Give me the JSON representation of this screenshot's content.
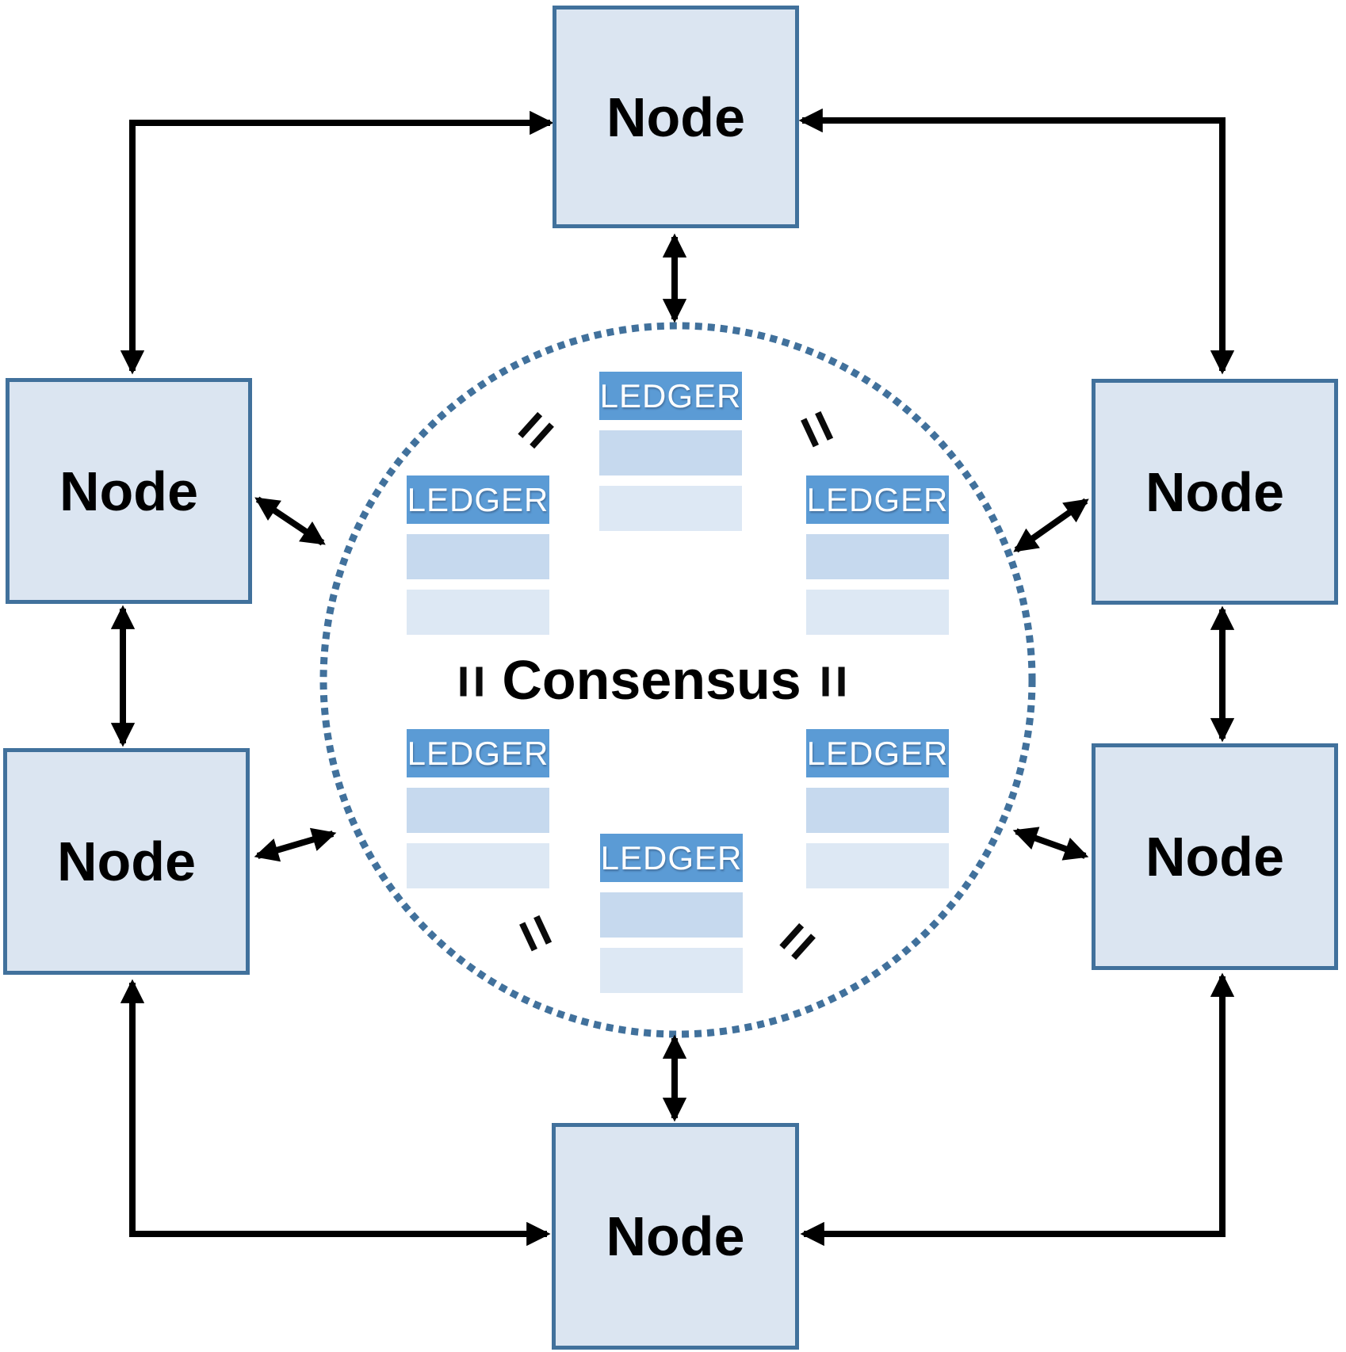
{
  "diagram": {
    "consensus_label": "Consensus",
    "equals_glyph": "=",
    "nodes": [
      {
        "id": "top",
        "label": "Node"
      },
      {
        "id": "left-upper",
        "label": "Node"
      },
      {
        "id": "left-lower",
        "label": "Node"
      },
      {
        "id": "right-upper",
        "label": "Node"
      },
      {
        "id": "right-lower",
        "label": "Node"
      },
      {
        "id": "bottom",
        "label": "Node"
      }
    ],
    "ledgers": [
      {
        "id": "top-center",
        "header": "LEDGER",
        "rows": 2
      },
      {
        "id": "mid-left",
        "header": "LEDGER",
        "rows": 2
      },
      {
        "id": "mid-right",
        "header": "LEDGER",
        "rows": 2
      },
      {
        "id": "lower-left",
        "header": "LEDGER",
        "rows": 2
      },
      {
        "id": "lower-right",
        "header": "LEDGER",
        "rows": 2
      },
      {
        "id": "bottom-center",
        "header": "LEDGER",
        "rows": 2
      }
    ],
    "colors": {
      "node_fill": "#dbe5f1",
      "node_border": "#41719c",
      "ledger_header_bg": "#5b9bd5",
      "ledger_header_text": "#ffffff",
      "ledger_row1_bg": "#c6d9ee",
      "ledger_row2_bg": "#dde8f4",
      "circle_dot": "#41719c",
      "arrow": "#000000",
      "text": "#000000"
    }
  }
}
